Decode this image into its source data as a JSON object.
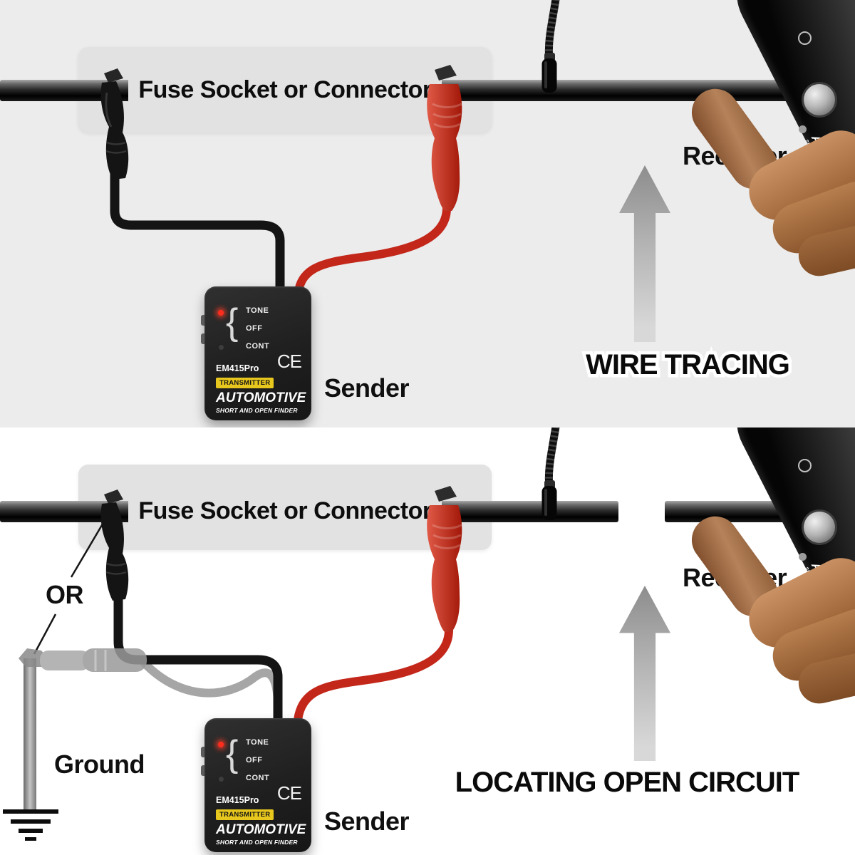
{
  "device": {
    "model": "EM415Pro",
    "badge": "TRANSMITTER",
    "brand": "AUTOMOTIVE",
    "subtitle": "SHORT AND OPEN FINDER",
    "ce_mark": "CE",
    "switch_labels": [
      "TONE",
      "OFF",
      "CONT"
    ]
  },
  "panels": [
    {
      "name": "wire-tracing",
      "connector_label": "Fuse Socket or Connector",
      "sender_label": "Sender",
      "receiver_label": "Receiver",
      "caption": "WIRE TRACING"
    },
    {
      "name": "locating-open-circuit",
      "connector_label": "Fuse Socket or Connector",
      "sender_label": "Sender",
      "receiver_label": "Receiver",
      "caption": "LOCATING OPEN CIRCUIT",
      "or_label": "OR",
      "ground_label": "Ground"
    }
  ],
  "colors": {
    "top_panel_bg": "#ececec",
    "bottom_panel_bg": "#ffffff",
    "wire_black": "#1b1b1b",
    "red_clip": "#c3271a",
    "ghost_gray": "#9a9a9a",
    "badge_yellow": "#e7c71d",
    "arrow_gray": "#b4b4b4",
    "led_red": "#ff2d1e"
  }
}
